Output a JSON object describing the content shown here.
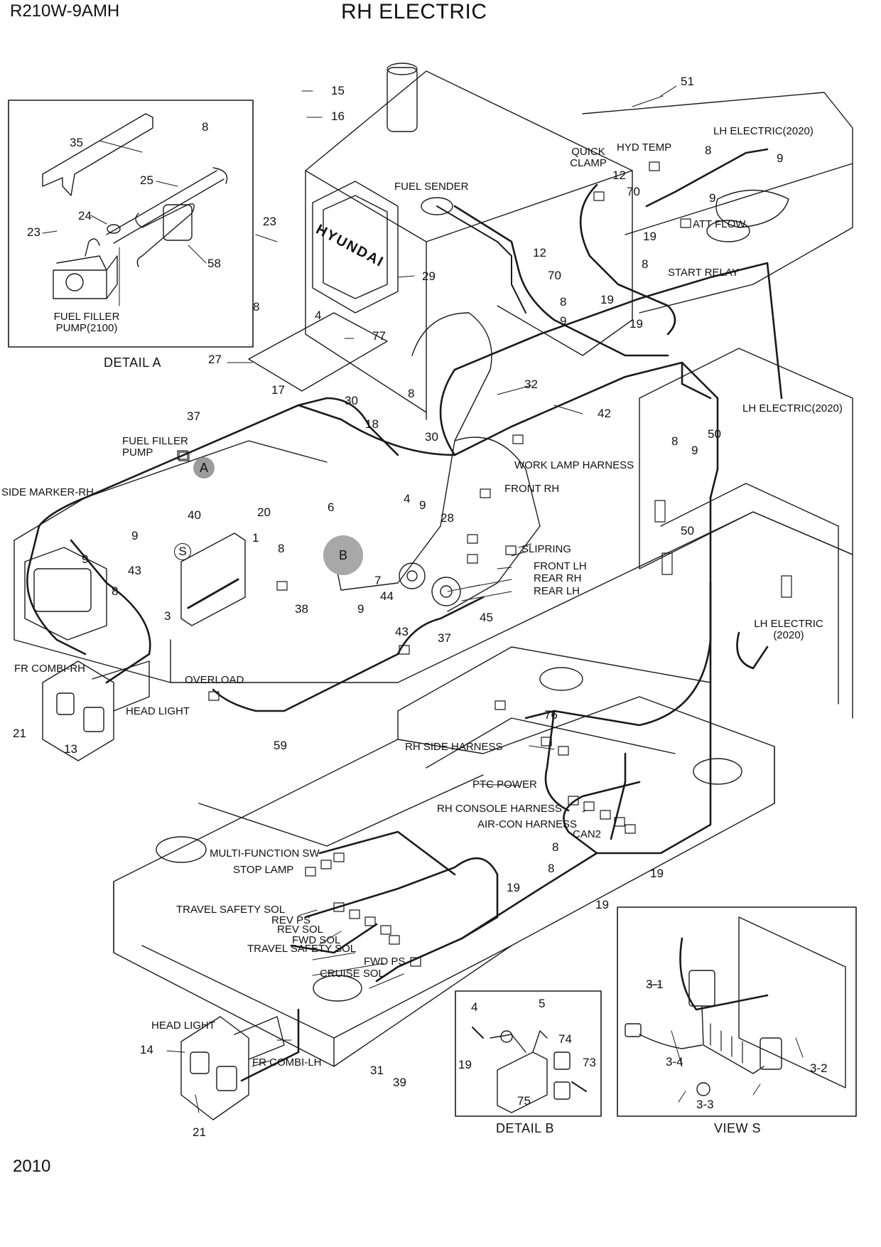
{
  "header": {
    "model": "R210W-9AMH",
    "title": "RH ELECTRIC",
    "page_number": "2010"
  },
  "panels": {
    "detail_a": {
      "caption": "DETAIL  A",
      "fuel_filler_pump": "FUEL FILLER\nPUMP(2100)",
      "parts": [
        "35",
        "8",
        "25",
        "24",
        "23",
        "58"
      ]
    },
    "detail_b": {
      "caption": "DETAIL B",
      "parts": [
        "4",
        "5",
        "19",
        "74",
        "73",
        "75"
      ]
    },
    "view_s": {
      "caption": "VIEW  S",
      "parts": [
        "3-1",
        "3-4",
        "3-3",
        "3-2"
      ]
    }
  },
  "callouts": {
    "a": "A",
    "b": "B",
    "s": "S"
  },
  "labels": {
    "fuel_sender": "FUEL  SENDER",
    "quick_clamp": "QUICK\nCLAMP",
    "hyd_temp": "HYD TEMP",
    "lh_electric_top": "LH ELECTRIC(2020)",
    "att_flow": "ATT FLOW",
    "start_relay": "START RELAY",
    "lh_electric_mid": "LH ELECTRIC(2020)",
    "lh_electric_right": "LH ELECTRIC\n(2020)",
    "fuel_filler_pump": "FUEL FILLER\nPUMP",
    "side_marker_rh": "SIDE MARKER-RH",
    "work_lamp_harness": "WORK LAMP HARNESS",
    "front_rh": "FRONT RH",
    "slipring": "SLIPRING",
    "front_lh": "FRONT LH",
    "rear_rh": "REAR RH",
    "rear_lh": "REAR LH",
    "fr_combi_rh": "FR COMBI-RH",
    "overload": "OVERLOAD",
    "head_light_top": "HEAD LIGHT",
    "rh_side_harness": "RH SIDE HARNESS",
    "ptc_power": "PTC POWER",
    "rh_console_harness": "RH CONSOLE HARNESS",
    "air_con_harness": "AIR-CON HARNESS",
    "can2": "CAN2",
    "multi_function_sw": "MULTI-FUNCTION SW",
    "stop_lamp": "STOP LAMP",
    "travel_safety_sol_1": "TRAVEL SAFETY SOL",
    "rev_ps": "REV PS",
    "rev_sol": "REV SOL",
    "fwd_sol": "FWD SOL",
    "travel_safety_sol_2": "TRAVEL SAFETY SOL",
    "fwd_ps": "FWD PS",
    "cruise_sol": "CRUISE SOL",
    "head_light_bottom": "HEAD LIGHT",
    "fr_combi_lh": "FR COMBI-LH",
    "brand": "HYUNDAI"
  },
  "part_numbers": [
    "15",
    "16",
    "51",
    "8",
    "9",
    "12",
    "70",
    "19",
    "9",
    "23",
    "29",
    "12",
    "70",
    "8",
    "9",
    "8",
    "4",
    "77",
    "27",
    "19",
    "19",
    "8",
    "17",
    "30",
    "8",
    "18",
    "30",
    "32",
    "42",
    "37",
    "50",
    "8",
    "9",
    "50",
    "40",
    "4",
    "9",
    "28",
    "20",
    "6",
    "1",
    "8",
    "9",
    "43",
    "9",
    "8",
    "3",
    "38",
    "7",
    "44",
    "9",
    "43",
    "37",
    "45",
    "21",
    "13",
    "59",
    "76",
    "8",
    "8",
    "19",
    "19",
    "19",
    "31",
    "39",
    "14",
    "21"
  ],
  "colors": {
    "line": "#1a1a1a",
    "callout_fill": "#9c9c9c"
  }
}
